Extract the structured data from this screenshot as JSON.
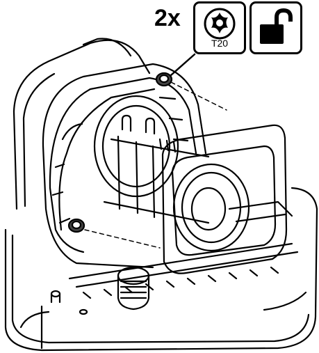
{
  "instruction": {
    "quantity": "2x",
    "tool_label": "T20",
    "tool_icon": "torx-screwdriver-icon",
    "action_icon": "unlock-padlock-icon"
  },
  "illustration": {
    "subject": "camera-housing-with-lens-and-sunshield",
    "line_color": "#000000",
    "fill_color": "#ffffff"
  }
}
